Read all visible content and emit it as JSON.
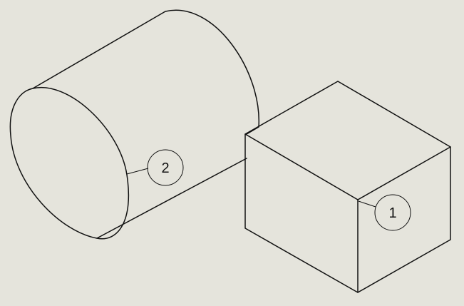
{
  "colors": {
    "background": "#e5e4dc",
    "line": "#111111"
  },
  "balloons": [
    {
      "id": "1",
      "label": "1",
      "target": "box-front-vertical-edge"
    },
    {
      "id": "2",
      "label": "2",
      "target": "cylinder-end-face-edge"
    }
  ]
}
